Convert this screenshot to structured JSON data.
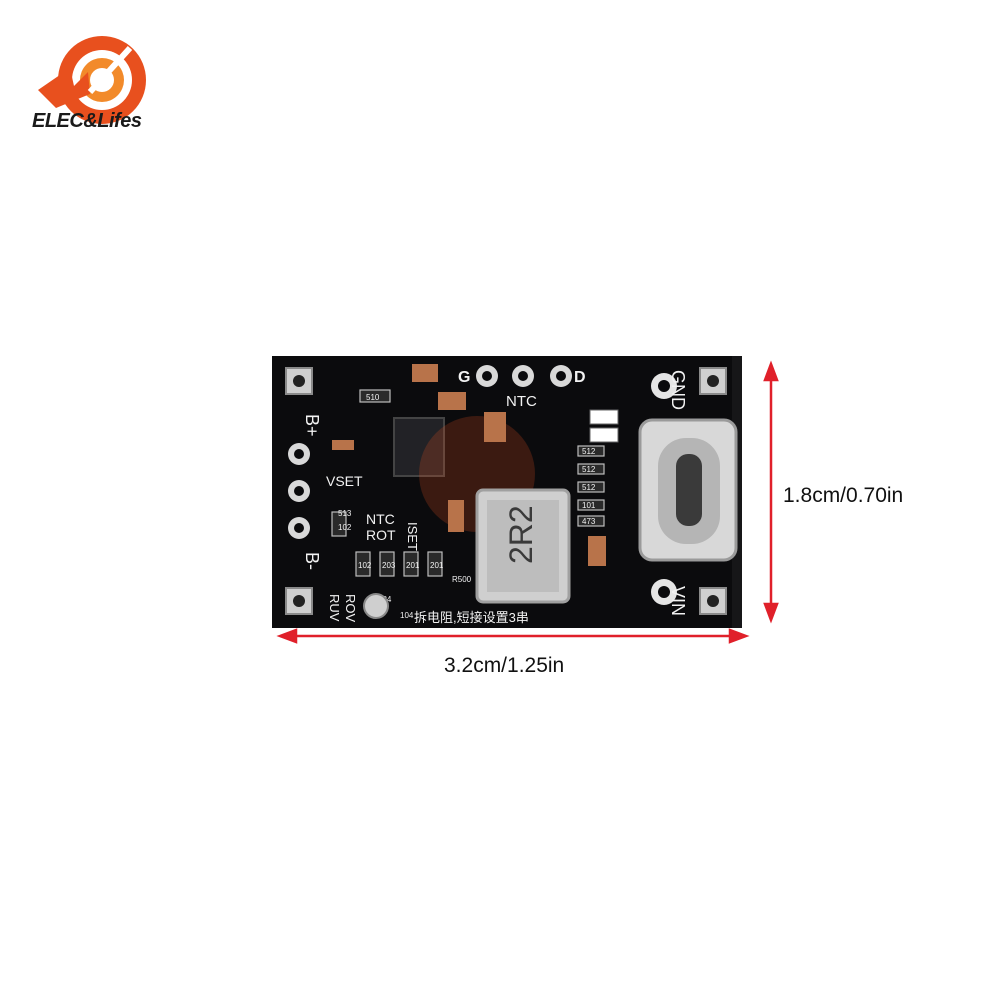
{
  "brand": {
    "name": "ELEC&Lifes",
    "primary_color": "#e8501e",
    "accent_color": "#f28a2a"
  },
  "board": {
    "labels": {
      "g": "G",
      "d": "D",
      "ntc_top": "NTC",
      "gnd": "GND",
      "vin": "VIN",
      "b_plus": "B+",
      "b_minus": "B-",
      "vset": "VSET",
      "ntc": "NTC",
      "rot": "ROT",
      "ruv": "RUV",
      "rov": "ROV",
      "iset": "ISET",
      "inductor": "2R2",
      "chinese_note": "拆电阻,短接设置3串",
      "r510": "510",
      "r513": "513",
      "r102a": "102",
      "r102b": "102",
      "r104": "104",
      "r203": "203",
      "r201": "201",
      "r201b": "201",
      "r512a": "512",
      "r512b": "512",
      "r512c": "512",
      "r101": "101",
      "r473": "473",
      "r500": "R500",
      "r184": "184"
    },
    "colors": {
      "pcb": "#0b0b0d",
      "silk": "#f2f2f2",
      "pad": "#d9d9d9",
      "inductor": "#cfcfcf"
    }
  },
  "dimensions": {
    "width_label": "3.2cm/1.25in",
    "height_label": "1.8cm/0.70in",
    "arrow_color": "#e0202a"
  }
}
